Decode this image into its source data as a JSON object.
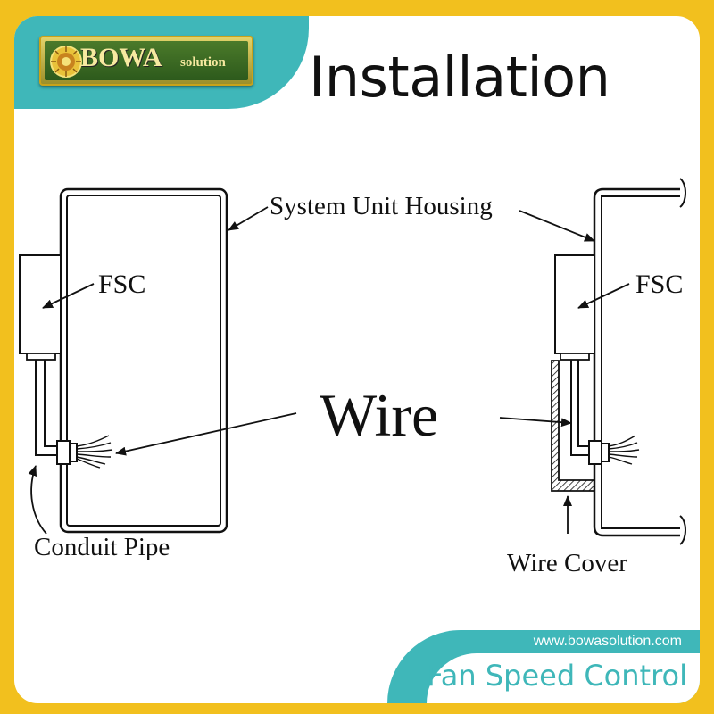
{
  "brand": {
    "name": "BOWA",
    "suffix": "solution"
  },
  "title": "Installation",
  "labels": {
    "housing": "System Unit Housing",
    "fsc_left": "FSC",
    "fsc_right": "FSC",
    "wire": "Wire",
    "conduit": "Conduit Pipe",
    "wire_cover": "Wire Cover"
  },
  "footer": {
    "url": "www.bowasolution.com",
    "product": "Fan Speed Control"
  },
  "colors": {
    "border": "#f2c01e",
    "accent": "#3fb7b9",
    "logo_green": "#2d5a1c"
  }
}
